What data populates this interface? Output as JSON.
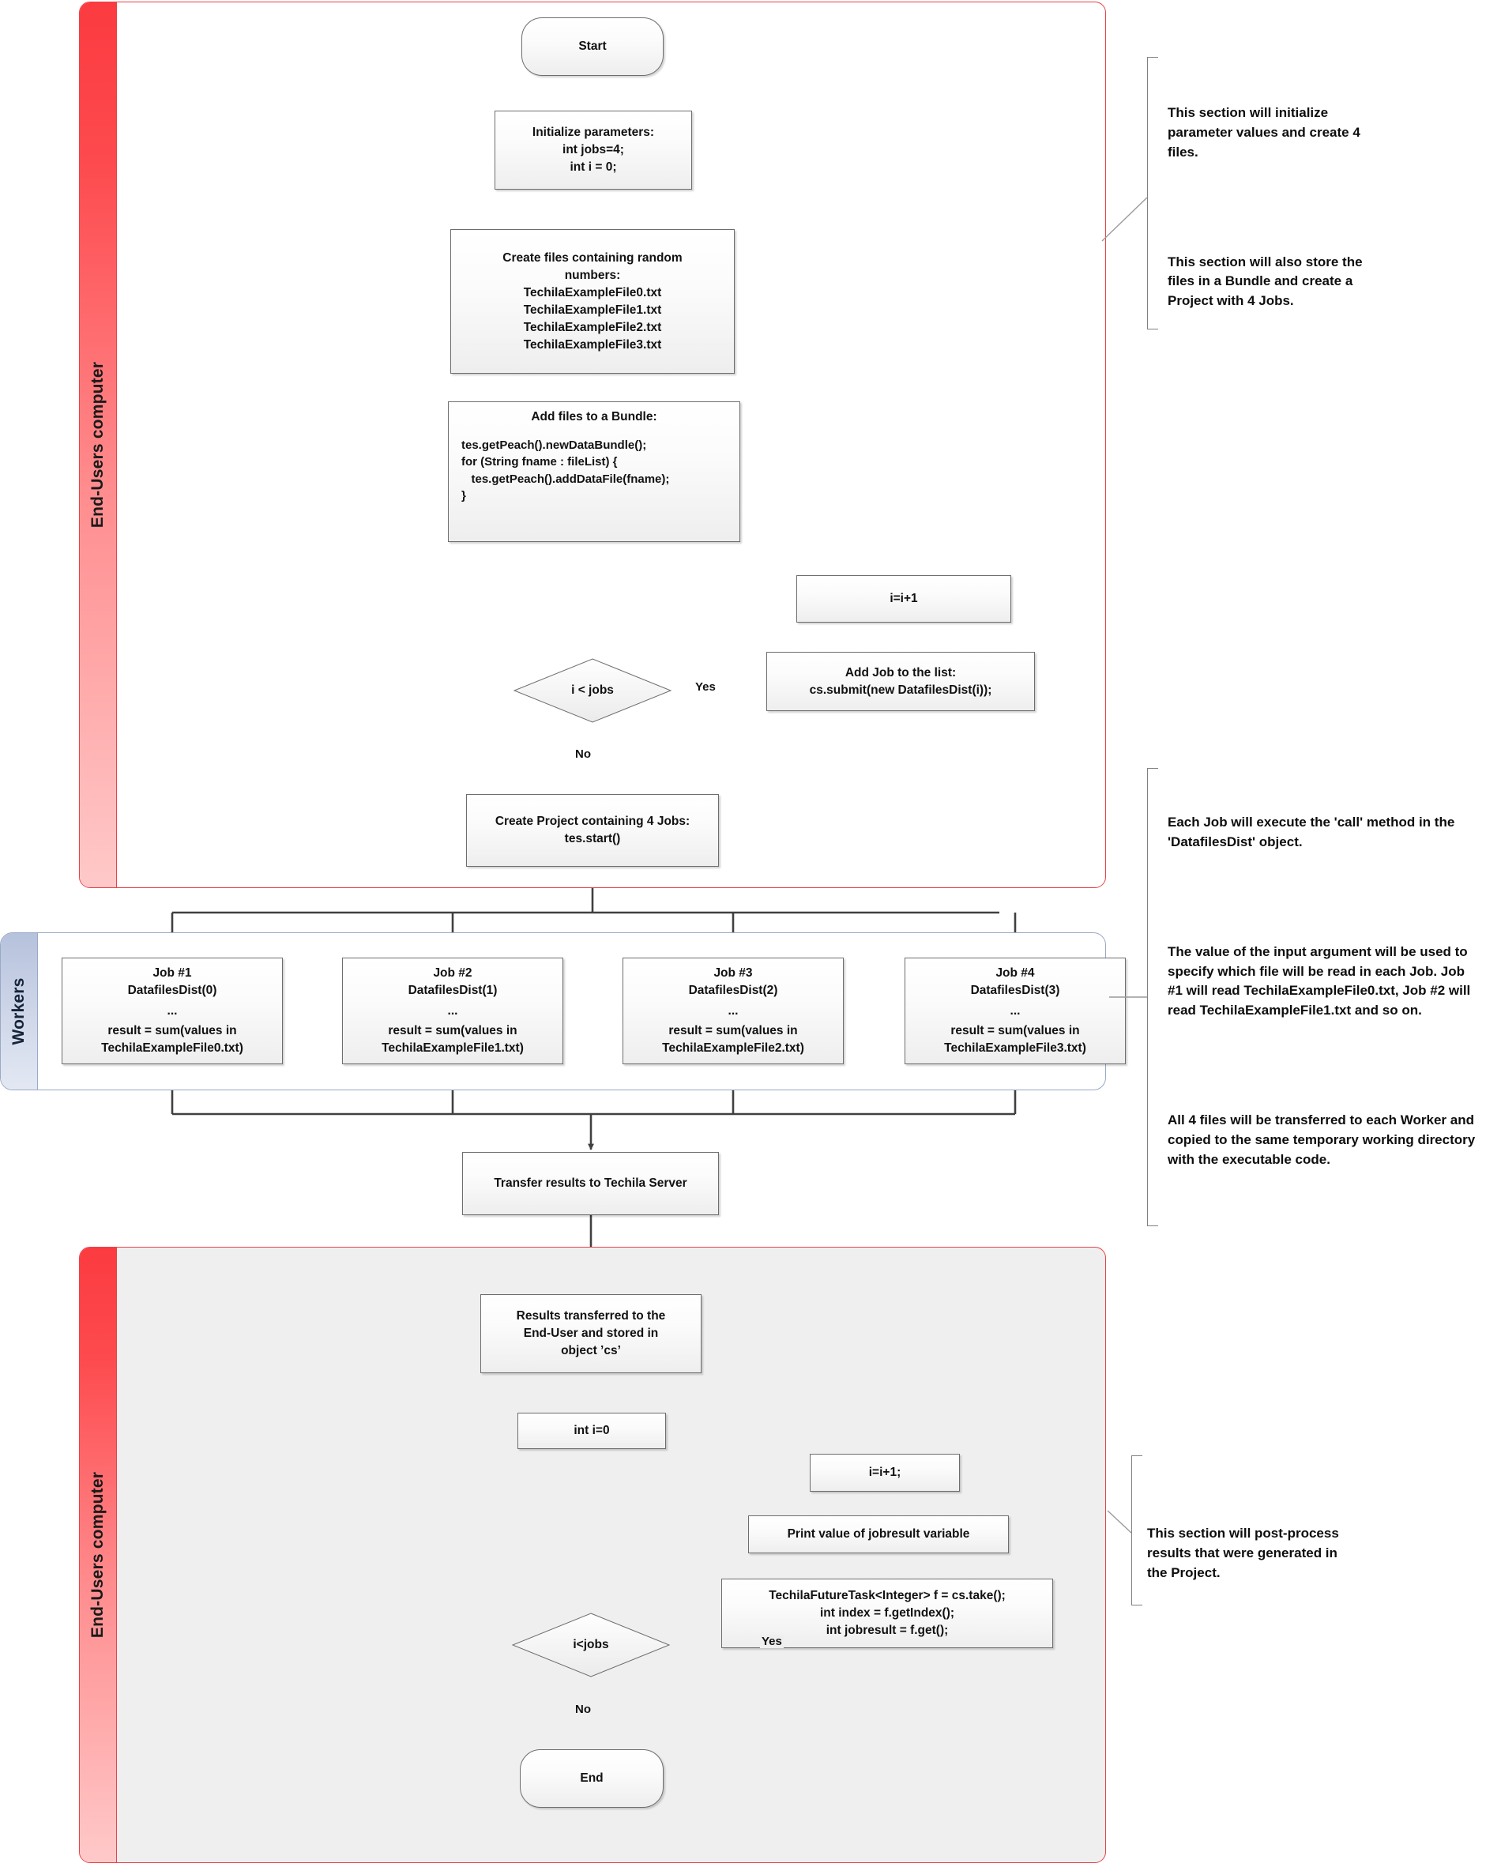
{
  "diagram": {
    "title": "Techila distributed computing flowchart",
    "lanes": [
      {
        "id": "enduser-top",
        "label": "End-Users computer"
      },
      {
        "id": "workers",
        "label": "Workers"
      },
      {
        "id": "enduser-bottom",
        "label": "End-Users computer"
      }
    ],
    "colors": {
      "enduser_band": "#fb3b40",
      "enduser_border": "#e8424a",
      "workers_band": "#b6c1dc",
      "workers_border": "#9aa9c4",
      "node_border": "#6d6d6d",
      "connector": "#404040",
      "shaded_lane": "#efefef"
    }
  },
  "nodes": {
    "start": "Start",
    "init_params": "Initialize parameters:\nint jobs=4;\nint i = 0;",
    "create_files": "Create files containing random\nnumbers:\nTechilaExampleFile0.txt\nTechilaExampleFile1.txt\nTechilaExampleFile2.txt\nTechilaExampleFile3.txt",
    "add_bundle_title": "Add files to a Bundle:",
    "add_bundle_code": "tes.getPeach().newDataBundle();\nfor (String fname : fileList) {\n   tes.getPeach().addDataFile(fname);\n}",
    "increment_top": "i=i+1",
    "decision_top": "i < jobs",
    "add_job": "Add Job to the list:\ncs.submit(new DatafilesDist(i));",
    "create_project": "Create Project containing 4 Jobs:\ntes.start()",
    "transfer_results": "Transfer results to Techila Server",
    "results_stored": "Results transferred to the\nEnd-User and stored in\nobject ’cs’",
    "int_i_zero": "int i=0",
    "increment_bottom": "i=i+1;",
    "print_jobresult": "Print value of jobresult variable",
    "future_task": "TechilaFutureTask<Integer> f = cs.take();\nint index = f.getIndex();\nint jobresult = f.get();",
    "decision_bottom": "i<jobs",
    "end": "End"
  },
  "jobs": [
    {
      "title": "Job #1",
      "call": "DatafilesDist(0)",
      "ellipsis": "...",
      "result_line1": "result = sum(values in",
      "result_line2": "TechilaExampleFile0.txt)"
    },
    {
      "title": "Job #2",
      "call": "DatafilesDist(1)",
      "ellipsis": "...",
      "result_line1": "result = sum(values in",
      "result_line2": "TechilaExampleFile1.txt)"
    },
    {
      "title": "Job #3",
      "call": "DatafilesDist(2)",
      "ellipsis": "...",
      "result_line1": "result = sum(values in",
      "result_line2": "TechilaExampleFile2.txt)"
    },
    {
      "title": "Job #4",
      "call": "DatafilesDist(3)",
      "ellipsis": "...",
      "result_line1": "result = sum(values in",
      "result_line2": "TechilaExampleFile3.txt)"
    }
  ],
  "edge_labels": {
    "yes_top": "Yes",
    "no_top": "No",
    "yes_bottom": "Yes",
    "no_bottom": "No"
  },
  "annotations": [
    {
      "id": "annot-top",
      "paragraphs": [
        "This section will initialize parameter values and create 4 files.",
        "This section will also store the files in a Bundle and create a Project with 4 Jobs."
      ]
    },
    {
      "id": "annot-middle",
      "paragraphs": [
        "Each Job will execute the 'call' method in the 'DatafilesDist' object.",
        "The value of the input argument will be used to specify which file will be read in each Job. Job #1 will read TechilaExampleFile0.txt, Job #2 will read TechilaExampleFile1.txt and so on.",
        "All 4 files will be transferred to each Worker and copied to the same temporary working directory with the executable code."
      ]
    },
    {
      "id": "annot-bottom",
      "paragraphs": [
        "This section will post-process results that were generated in the Project."
      ]
    }
  ]
}
